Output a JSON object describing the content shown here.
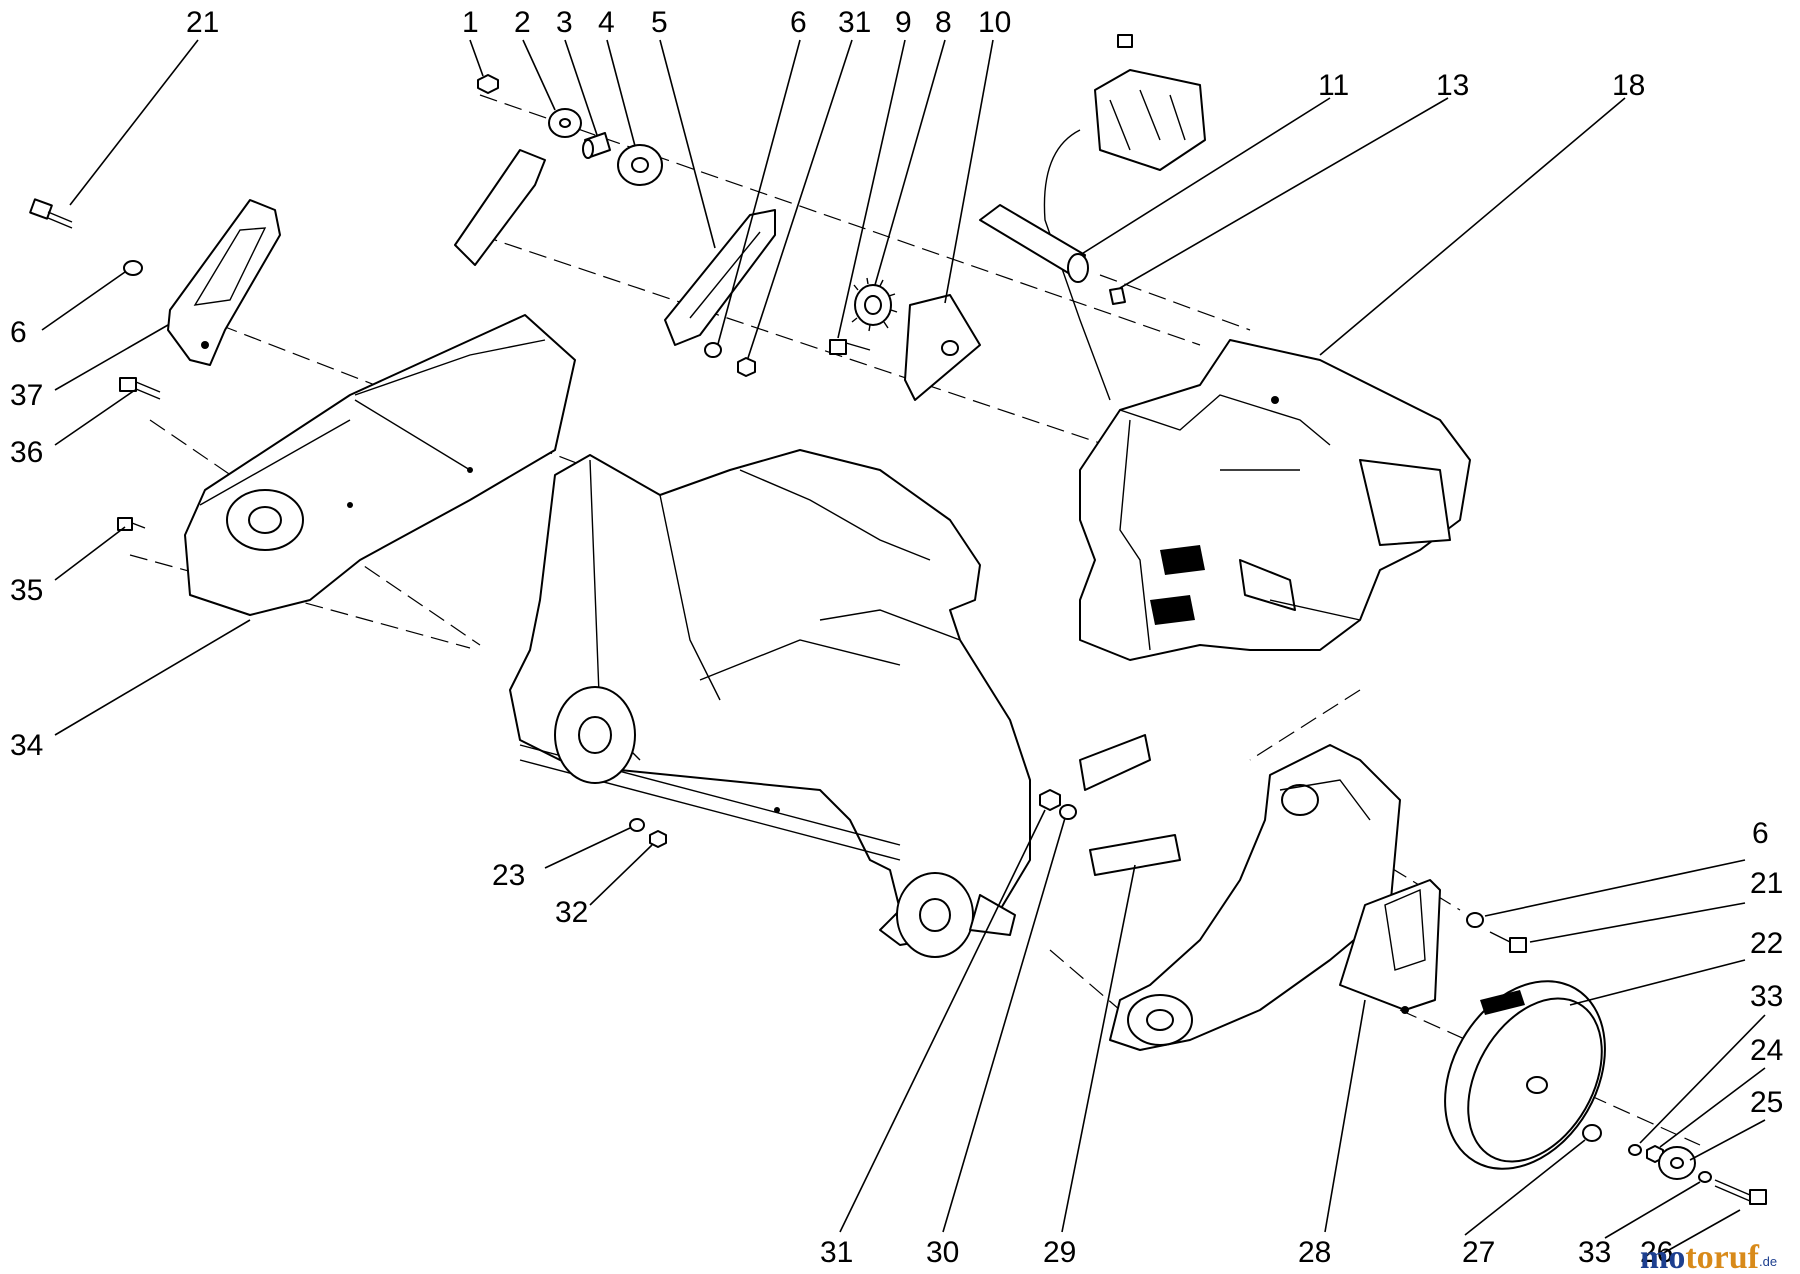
{
  "callouts": [
    {
      "id": "c-21-top",
      "text": "21"
    },
    {
      "id": "c-1",
      "text": "1"
    },
    {
      "id": "c-2",
      "text": "2"
    },
    {
      "id": "c-3",
      "text": "3"
    },
    {
      "id": "c-4",
      "text": "4"
    },
    {
      "id": "c-5",
      "text": "5"
    },
    {
      "id": "c-6-top",
      "text": "6"
    },
    {
      "id": "c-31-top",
      "text": "31"
    },
    {
      "id": "c-9",
      "text": "9"
    },
    {
      "id": "c-8",
      "text": "8"
    },
    {
      "id": "c-10",
      "text": "10"
    },
    {
      "id": "c-11",
      "text": "11"
    },
    {
      "id": "c-13",
      "text": "13"
    },
    {
      "id": "c-18",
      "text": "18"
    },
    {
      "id": "c-6-left",
      "text": "6"
    },
    {
      "id": "c-37",
      "text": "37"
    },
    {
      "id": "c-36",
      "text": "36"
    },
    {
      "id": "c-35",
      "text": "35"
    },
    {
      "id": "c-34",
      "text": "34"
    },
    {
      "id": "c-23",
      "text": "23"
    },
    {
      "id": "c-32",
      "text": "32"
    },
    {
      "id": "c-31-bottom",
      "text": "31"
    },
    {
      "id": "c-30",
      "text": "30"
    },
    {
      "id": "c-29",
      "text": "29"
    },
    {
      "id": "c-28",
      "text": "28"
    },
    {
      "id": "c-27",
      "text": "27"
    },
    {
      "id": "c-33-bottom",
      "text": "33"
    },
    {
      "id": "c-26",
      "text": "26"
    },
    {
      "id": "c-6-right",
      "text": "6"
    },
    {
      "id": "c-21-right",
      "text": "21"
    },
    {
      "id": "c-22",
      "text": "22"
    },
    {
      "id": "c-33-right",
      "text": "33"
    },
    {
      "id": "c-24",
      "text": "24"
    },
    {
      "id": "c-25",
      "text": "25"
    }
  ],
  "watermark": {
    "part1": "mo",
    "part2": "toruf",
    "suffix": ".de"
  }
}
